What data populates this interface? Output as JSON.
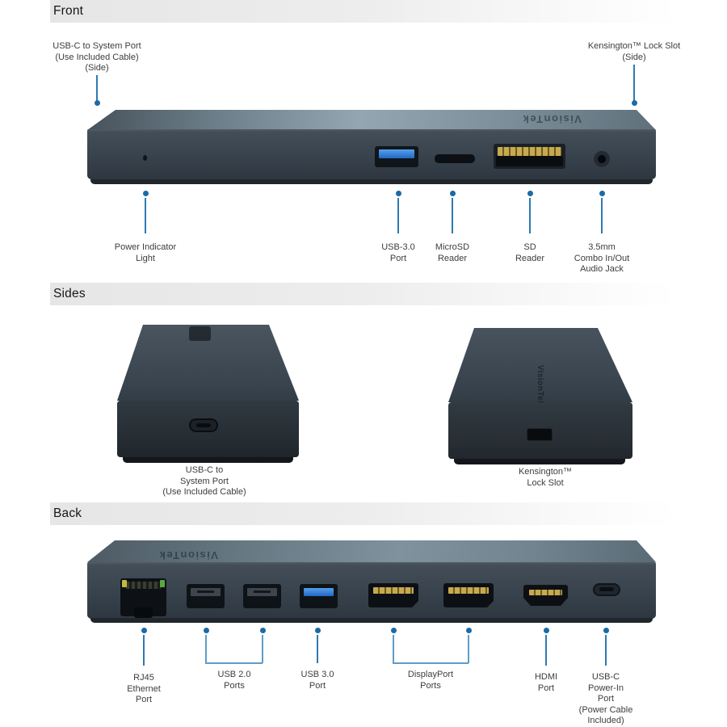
{
  "meta": {
    "brand_logo": "VisionTek",
    "callout_color": "#2d7ab2",
    "device_color": "#39434d"
  },
  "front": {
    "header": "Front",
    "top_left_callout": "USB-C to System Port\n(Use Included Cable)\n(Side)",
    "top_right_callout": "Kensington™ Lock Slot\n(Side)",
    "bottom_callouts": [
      {
        "label": "Power Indicator\nLight"
      },
      {
        "label": "USB-3.0\nPort"
      },
      {
        "label": "MicroSD\nReader"
      },
      {
        "label": "SD\nReader"
      },
      {
        "label": "3.5mm\nCombo In/Out\nAudio Jack"
      }
    ]
  },
  "sides": {
    "header": "Sides",
    "left_caption": "USB-C to\nSystem Port\n(Use Included Cable)",
    "right_caption": "Kensington™\nLock Slot"
  },
  "back": {
    "header": "Back",
    "callouts": [
      {
        "label": "RJ45\nEthernet\nPort"
      },
      {
        "label": "USB 2.0\nPorts"
      },
      {
        "label": "USB 3.0\nPort"
      },
      {
        "label": "DisplayPort\nPorts"
      },
      {
        "label": "HDMI\nPort"
      },
      {
        "label": "USB-C\nPower-In\nPort\n(Power Cable\nIncluded)"
      }
    ]
  }
}
